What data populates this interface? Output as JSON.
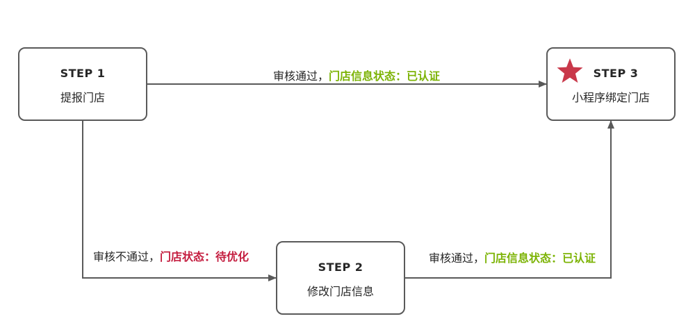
{
  "colors": {
    "line": "#595959",
    "status_ok": "#7cb305",
    "status_warn": "#c41d3f",
    "star": "#c9384a"
  },
  "steps": [
    {
      "id": "step1",
      "title": "STEP 1",
      "subtitle": "提报门店"
    },
    {
      "id": "step2",
      "title": "STEP 2",
      "subtitle": "修改门店信息"
    },
    {
      "id": "step3",
      "title": "STEP 3",
      "subtitle": "小程序绑定门店",
      "icon": "star-icon"
    }
  ],
  "edges": [
    {
      "from": "step1",
      "to": "step3",
      "prefix": "审核通过，",
      "status": "门店信息状态：已认证"
    },
    {
      "from": "step1",
      "to": "step2",
      "prefix": "审核不通过，",
      "status": "门店状态：待优化"
    },
    {
      "from": "step2",
      "to": "step3",
      "prefix": "审核通过，",
      "status": "门店信息状态：已认证"
    }
  ]
}
